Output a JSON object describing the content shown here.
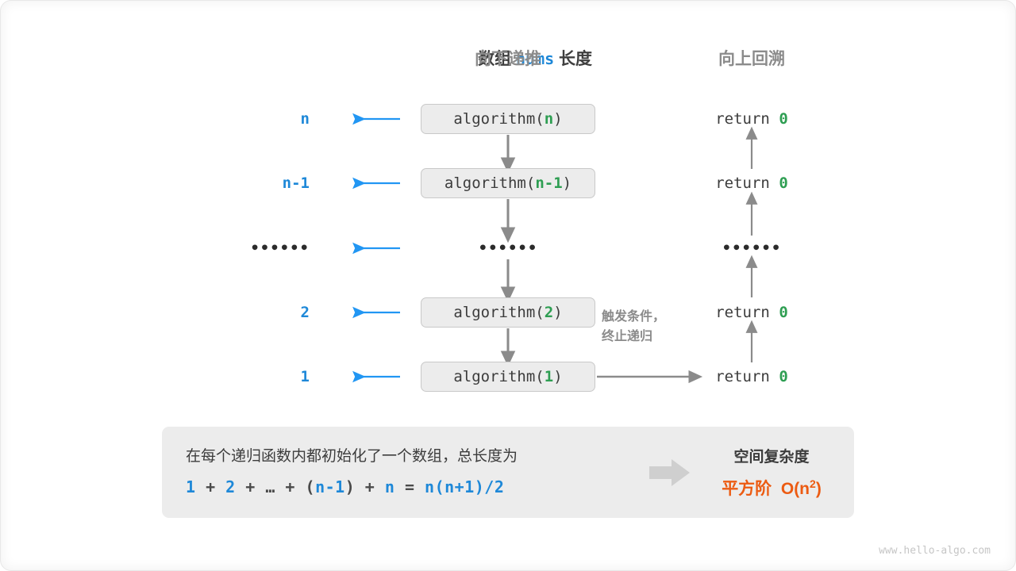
{
  "headers": {
    "left_prefix": "数组",
    "left_mono": "nums",
    "left_suffix": "长度",
    "middle": "向下递推",
    "right": "向上回溯"
  },
  "rows": [
    {
      "size": "n",
      "call_name": "algorithm",
      "call_arg": "n",
      "return_text": "return",
      "return_value": "0",
      "type": "call"
    },
    {
      "size": "n-1",
      "call_name": "algorithm",
      "call_arg": "n-1",
      "return_text": "return",
      "return_value": "0",
      "type": "call"
    },
    {
      "size": "••••••",
      "call_name": "••••••",
      "call_arg": "",
      "return_text": "••••••",
      "return_value": "",
      "type": "ellipsis"
    },
    {
      "size": "2",
      "call_name": "algorithm",
      "call_arg": "2",
      "return_text": "return",
      "return_value": "0",
      "type": "call"
    },
    {
      "size": "1",
      "call_name": "algorithm",
      "call_arg": "1",
      "return_text": "return",
      "return_value": "0",
      "type": "call"
    }
  ],
  "trigger_note": {
    "line1": "触发条件，",
    "line2": "终止递归"
  },
  "summary": {
    "sentence": "在每个递归函数内都初始化了一个数组，总长度为",
    "formula": {
      "t1": "1",
      "o1": " + ",
      "t2": "2",
      "o2": " + … + ",
      "o3": "(",
      "t3": "n-1",
      "o4": ")",
      "o5": " + ",
      "t4": "n",
      "o6": " = ",
      "t5": "n(n+1)/2"
    },
    "complexity_title": "空间复杂度",
    "complexity_label": "平方阶",
    "complexity_big_o": "O(n",
    "complexity_exp": "2",
    "complexity_close": ")"
  },
  "watermark": "www.hello-algo.com",
  "colors": {
    "blue": "#1e88d8",
    "green": "#2e9e52",
    "orange": "#ec5b12",
    "gray_arrow": "#8b8b8b",
    "box_fill": "#ececec"
  }
}
